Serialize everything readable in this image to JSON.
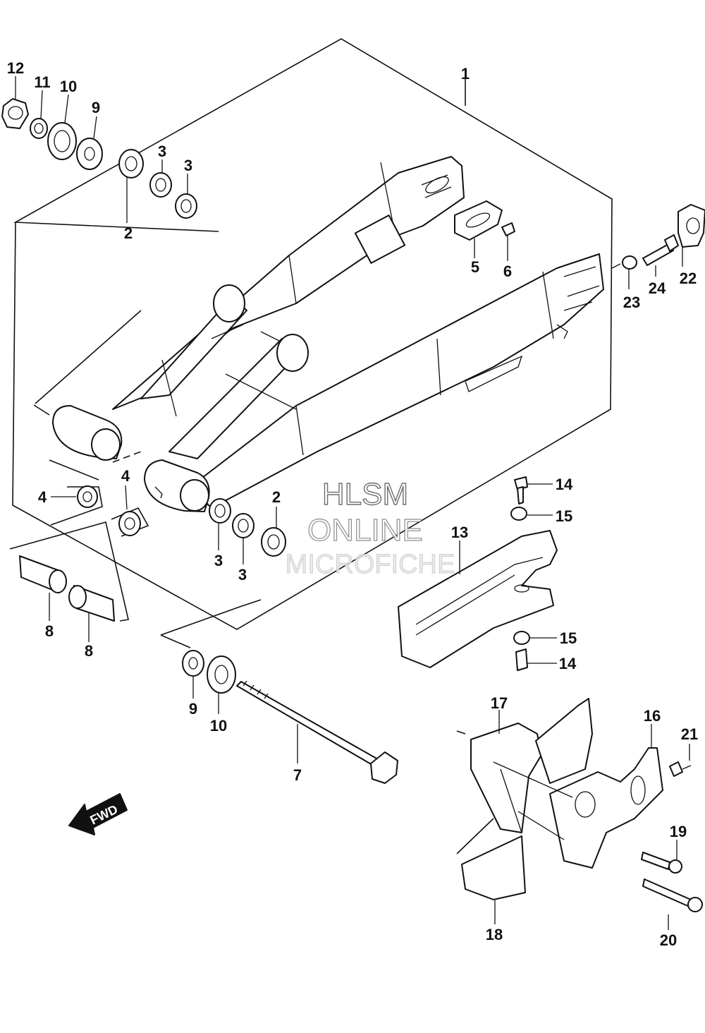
{
  "diagram": {
    "callouts": [
      "1",
      "2",
      "2",
      "3",
      "3",
      "3",
      "3",
      "4",
      "4",
      "5",
      "6",
      "7",
      "8",
      "8",
      "9",
      "9",
      "10",
      "10",
      "11",
      "12",
      "13",
      "14",
      "14",
      "15",
      "15",
      "16",
      "17",
      "18",
      "19",
      "20",
      "21",
      "22",
      "23",
      "24"
    ]
  },
  "watermark": {
    "line1": "HLSM",
    "line2": "ONLINE",
    "line3": "MICROFICHE"
  },
  "fwd_arrow": {
    "label": "FWD",
    "icon": "forward-arrow-icon"
  },
  "colors": {
    "ink": "#111111",
    "background": "#ffffff",
    "watermark": "#b5b5b5"
  }
}
